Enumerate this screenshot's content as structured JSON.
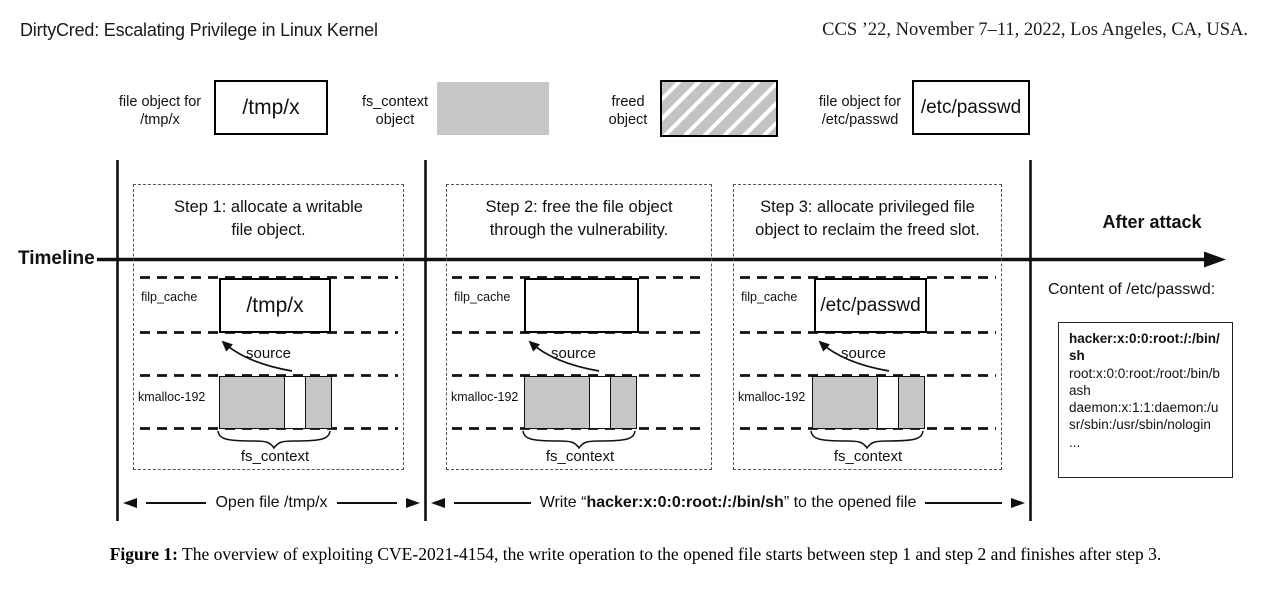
{
  "header": {
    "left": "DirtyCred: Escalating Privilege in Linux Kernel",
    "right": "CCS ’22, November 7–11, 2022, Los Angeles, CA, USA."
  },
  "legend": {
    "file_tmp": {
      "label": "file object for\n/tmp/x",
      "box_text": "/tmp/x"
    },
    "fs_context": {
      "label": "fs_context\nobject"
    },
    "freed": {
      "label": "freed\nobject"
    },
    "file_passwd": {
      "label": "file object for\n/etc/passwd",
      "box_text": "/etc/passwd"
    }
  },
  "timeline_label": "Timeline",
  "panels": [
    {
      "title": "Step 1: allocate a writable\nfile object.",
      "filp_label": "filp_cache",
      "box_text": "/tmp/x",
      "source_label": "source",
      "kmalloc_label": "kmalloc-192",
      "brace_label": "fs_context"
    },
    {
      "title": "Step 2: free the file object\nthrough the vulnerability.",
      "filp_label": "filp_cache",
      "box_text": "",
      "source_label": "source",
      "kmalloc_label": "kmalloc-192",
      "brace_label": "fs_context"
    },
    {
      "title": "Step 3: allocate privileged file\nobject to reclaim the freed slot.",
      "filp_label": "filp_cache",
      "box_text": "/etc/passwd",
      "source_label": "source",
      "kmalloc_label": "kmalloc-192",
      "brace_label": "fs_context"
    }
  ],
  "after_attack": {
    "title": "After attack",
    "content_label": "Content of /etc/passwd:",
    "passwd_bold": "hacker:x:0:0:root:/:/bin/sh",
    "passwd_lines": [
      "root:x:0:0:root:/root:/bin/bash",
      "daemon:x:1:1:daemon:/usr/sbin:/usr/sbin/nologin",
      "..."
    ]
  },
  "bottom_arrows": {
    "open_label": "Open file /tmp/x",
    "write_prefix": "Write “",
    "write_bold": "hacker:x:0:0:root:/:/bin/sh",
    "write_suffix": "” to the opened file"
  },
  "caption": {
    "label": "Figure 1:",
    "text": " The overview of exploiting CVE-2021-4154, the write operation to the opened file starts between step 1 and step 2 and finishes after step 3."
  },
  "colors": {
    "object_gray": "#c6c6c6",
    "line_black": "#111111"
  }
}
